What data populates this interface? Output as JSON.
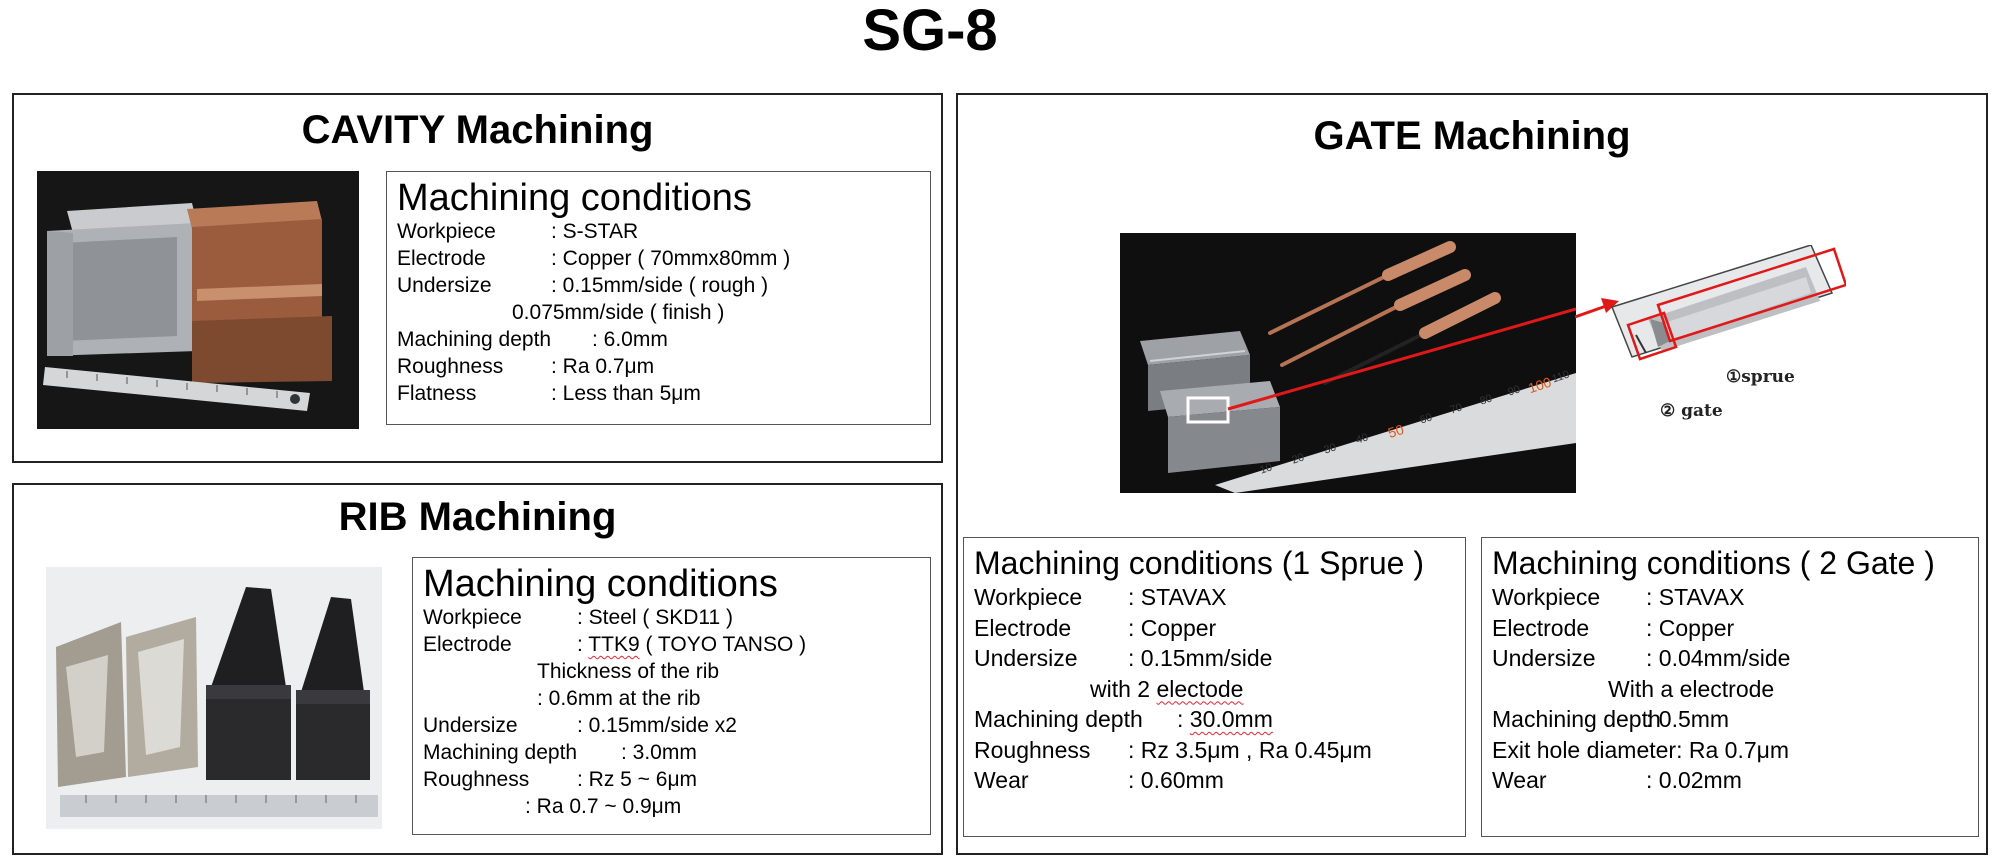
{
  "page": {
    "title": "SG-8"
  },
  "cavity": {
    "title": "CAVITY Machining",
    "conditions": {
      "heading": "Machining conditions",
      "rows": [
        {
          "key": "Workpiece",
          "value": ": S-STAR"
        },
        {
          "key": "Electrode",
          "value": ": Copper ( 70mmx80mm )"
        },
        {
          "key": "Undersize",
          "value": ": 0.15mm/side ( rough )"
        },
        {
          "cont": "0.075mm/side ( finish )"
        },
        {
          "key": "Machining depth",
          "value": ": 6.0mm"
        },
        {
          "key": "Roughness",
          "value": ": Ra 0.7μm"
        },
        {
          "key": "Flatness",
          "value": ": Less than 5μm"
        }
      ]
    }
  },
  "rib": {
    "title": "RIB Machining",
    "conditions": {
      "heading": "Machining conditions",
      "rows": [
        {
          "key": "Workpiece",
          "value": ": Steel ( SKD11 )"
        },
        {
          "key": "Electrode",
          "value_prefix": ": ",
          "value_wavy": "TTK9",
          "value_suffix": " ( TOYO TANSO )"
        },
        {
          "cont": "Thickness of the rib"
        },
        {
          "cont": ": 0.6mm at the rib"
        },
        {
          "key": "Undersize",
          "value": ": 0.15mm/side x2"
        },
        {
          "key": "Machining depth",
          "value": ": 3.0mm"
        },
        {
          "key": "Roughness",
          "value": ": Rz 5 ~ 6μm"
        },
        {
          "cont": ": Ra  0.7 ~ 0.9μm"
        }
      ]
    }
  },
  "gate": {
    "title": "GATE Machining",
    "photo_labels": {
      "sprue": "①sprue",
      "gate": "② gate"
    },
    "ruler_numbers": [
      "10",
      "20",
      "30",
      "40",
      "50",
      "60",
      "70",
      "80",
      "90",
      "100",
      "110"
    ],
    "sprue_conditions": {
      "heading": "Machining conditions (1 Sprue )",
      "rows": [
        {
          "key": "Workpiece",
          "value": ": STAVAX"
        },
        {
          "key": "Electrode",
          "value": ": Copper"
        },
        {
          "key": "Undersize",
          "value": ": 0.15mm/side"
        },
        {
          "cont_prefix": "with 2 ",
          "cont_wavy": "electode"
        },
        {
          "key": "Machining depth",
          "value_prefix": ": ",
          "value_wavy": "30.0mm"
        },
        {
          "key": "Roughness",
          "value": ": Rz 3.5μm , Ra 0.45μm"
        },
        {
          "key": "Wear",
          "value": ": 0.60mm"
        }
      ]
    },
    "gate_conditions": {
      "heading": "Machining conditions ( 2 Gate )",
      "rows": [
        {
          "key": "Workpiece",
          "value": ": STAVAX"
        },
        {
          "key": "Electrode",
          "value": ": Copper"
        },
        {
          "key": "Undersize",
          "value": ": 0.04mm/side"
        },
        {
          "cont": "With a electrode"
        },
        {
          "key": "Machining depth",
          "value": ": 0.5mm"
        },
        {
          "key": "Exit hole diameter",
          "value": ": Ra 0.7μm"
        },
        {
          "key": "Wear",
          "value": ": 0.02mm"
        }
      ]
    }
  },
  "colors": {
    "annotation_red": "#e01818",
    "copper": "#c98a6a",
    "steel": "#8e9094"
  }
}
